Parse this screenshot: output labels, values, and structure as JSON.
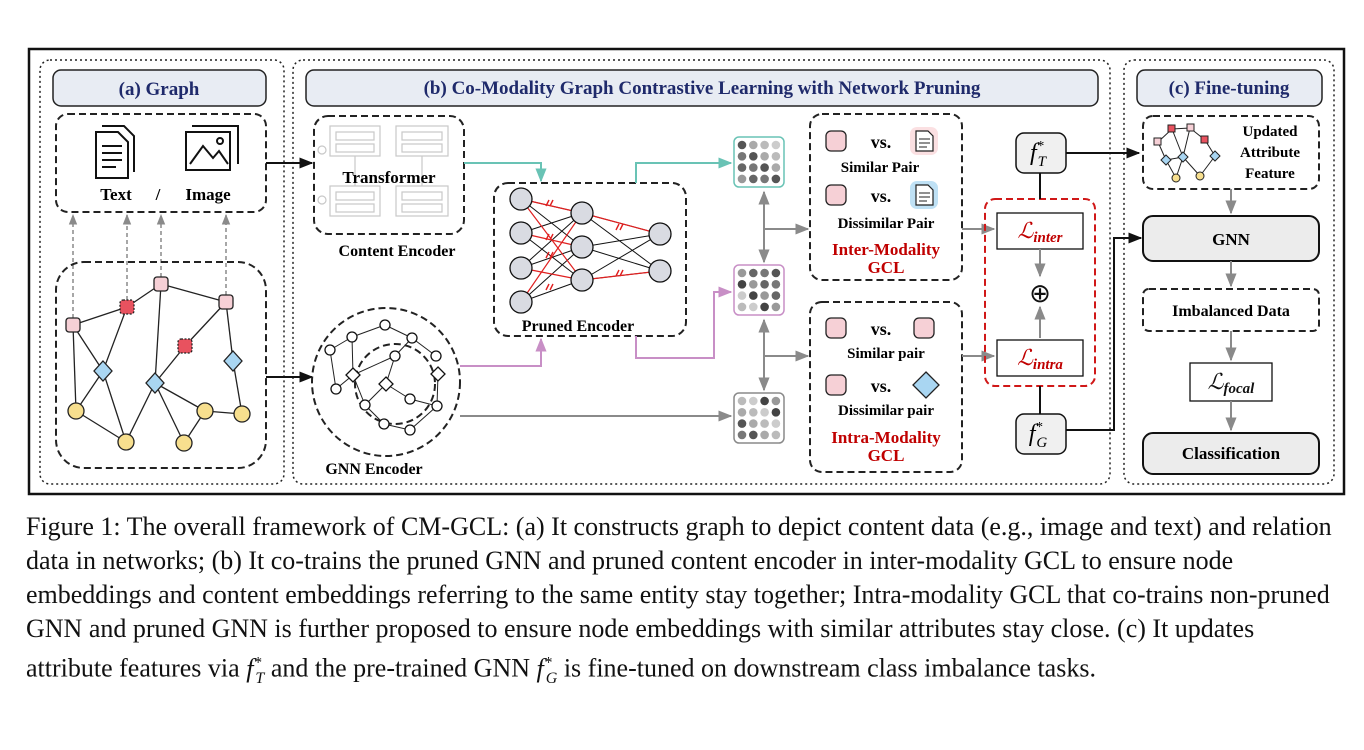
{
  "panels": {
    "a_title": "(a) Graph",
    "b_title": "(b) Co-Modality Graph Contrastive Learning with Network Pruning",
    "c_title": "(c) Fine-tuning"
  },
  "graph_panel": {
    "text_label": "Text",
    "slash": "/",
    "image_label": "Image"
  },
  "encoders": {
    "transformer_label": "Transformer",
    "content_encoder_label": "Content Encoder",
    "pruned_encoder_label": "Pruned Encoder",
    "gnn_encoder_label": "GNN Encoder"
  },
  "inter_box": {
    "vs1": "vs.",
    "similar": "Similar Pair",
    "vs2": "vs.",
    "dissimilar": "Dissimilar Pair",
    "title_line1": "Inter-Modality",
    "title_line2": "GCL"
  },
  "intra_box": {
    "vs1": "vs.",
    "similar": "Similar pair",
    "vs2": "vs.",
    "dissimilar": "Dissimilar pair",
    "title_line1": "Intra-Modality",
    "title_line2": "GCL"
  },
  "losses": {
    "inter_symbol": "ℒ",
    "inter_sub": "inter",
    "intra_symbol": "ℒ",
    "intra_sub": "intra",
    "plus": "⊕",
    "focal_symbol": "ℒ",
    "focal_sub": "focal"
  },
  "functions": {
    "fT_base": "f",
    "fT_sup": "*",
    "fT_sub": "T",
    "fG_base": "f",
    "fG_sup": "*",
    "fG_sub": "G"
  },
  "finetune": {
    "updated_line1": "Updated",
    "updated_line2": "Attribute",
    "updated_line3": "Feature",
    "gnn": "GNN",
    "imbalanced": "Imbalanced Data",
    "classification": "Classification"
  },
  "colors": {
    "panel_title_fill": "#e8ecf3",
    "navy_text": "#1f2a6b",
    "red_text": "#c00000",
    "pink_node": "#f6d0d6",
    "red_node": "#e8525f",
    "blue_node": "#a9d6f2",
    "yellow_node": "#f7df8e",
    "teal_arrow": "#69c3b5",
    "purple_arrow": "#c88fc6",
    "grey_arrow": "#8a8a8a"
  },
  "caption": {
    "text": "Figure 1: The overall framework of CM-GCL: (a) It constructs graph to depict content data (e.g., image and text) and relation data in networks; (b) It co-trains the pruned GNN and pruned content encoder in inter-modality GCL to ensure node embeddings and content embeddings referring to the same entity stay together; Intra-modality GCL that co-trains non-pruned GNN and pruned GNN is further proposed to ensure node embeddings with similar attributes stay close. (c) It updates attribute features via",
    "f1_base": "f",
    "f1_sup": "*",
    "f1_sub": "T",
    "mid": " and the pre-trained GNN ",
    "f2_base": "f",
    "f2_sup": "*",
    "f2_sub": "G",
    "end": " is fine-tuned on downstream class imbalance tasks."
  }
}
